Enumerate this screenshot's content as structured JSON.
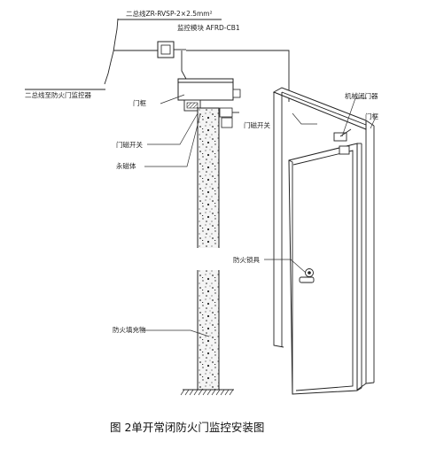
{
  "labels": {
    "cable_spec": "二总线ZR-RVSP-2×2.5mm²",
    "monitor_module": "监控模块 AFRD-CB1",
    "bus_to_monitor": "二总线至防火门监控器",
    "door_frame_left": "门框",
    "door_switch_left": "门磁开关",
    "permanent_magnet": "永磁体",
    "mechanical_closer": "机械闭门器",
    "door_frame_right": "门框",
    "door_switch_right": "门磁开关",
    "fire_lock": "防火锁具",
    "fire_filler": "防火填充物"
  },
  "caption": "图 2单开常闭防火门监控安装图"
}
